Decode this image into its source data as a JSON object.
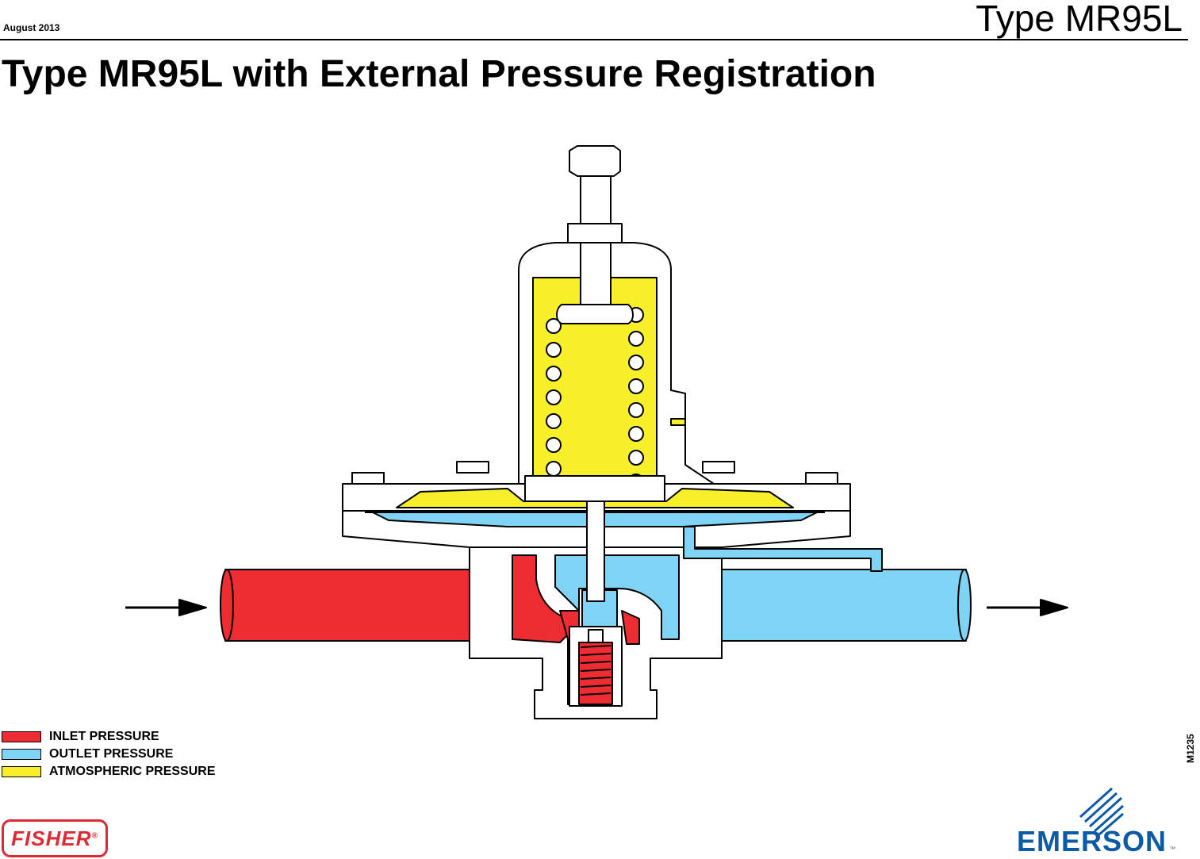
{
  "header": {
    "date": "August 2013",
    "model": "Type MR95L",
    "title": "Type MR95L with External Pressure Registration"
  },
  "figure_code": "M1235",
  "legend": {
    "items": [
      {
        "label": "INLET PRESSURE",
        "color": "#ed2d32"
      },
      {
        "label": "OUTLET PRESSURE",
        "color": "#7fd3f5"
      },
      {
        "label": "ATMOSPHERIC PRESSURE",
        "color": "#f6ef2a"
      }
    ]
  },
  "colors": {
    "inlet": "#ed2d32",
    "outlet": "#7fd3f5",
    "atmospheric": "#f6ef2a",
    "body": "#ffffff",
    "outline": "#000000"
  },
  "logos": {
    "fisher": {
      "text": "FISHER",
      "mark": "®"
    },
    "emerson": {
      "text": "EMERSON",
      "mark": "™"
    }
  }
}
